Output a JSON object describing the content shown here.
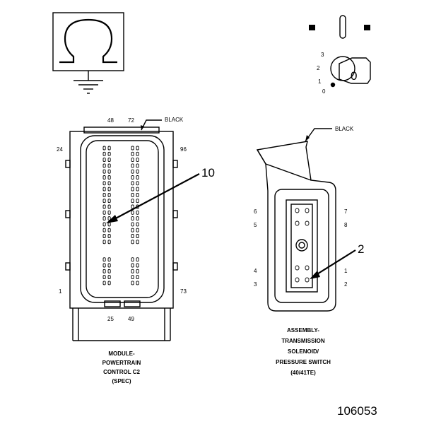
{
  "ground_symbol": {
    "icon": "ohm-ground-symbol-icon"
  },
  "ignition_switch": {
    "icon": "ignition-key-icon",
    "positions": [
      "3",
      "2",
      "1",
      "0"
    ],
    "key_label": "0"
  },
  "connector_pcm": {
    "pin_labels": {
      "top_left": "48",
      "top_right": "72",
      "left_top": "24",
      "right_top": "96",
      "left_bottom": "1",
      "right_bottom": "73",
      "bottom_left": "25",
      "bottom_right": "49"
    },
    "color_label": "BLACK",
    "callout": "10",
    "caption": [
      "MODULE-",
      "POWERTRAIN",
      "CONTROL C2",
      "(SPEC)"
    ]
  },
  "connector_tsps": {
    "color_label": "BLACK",
    "pin_labels": {
      "l1": "6",
      "l2": "5",
      "l3": "4",
      "l4": "3",
      "r1": "7",
      "r2": "8",
      "r3": "1",
      "r4": "2"
    },
    "callout": "2",
    "caption": [
      "ASSEMBLY-",
      "TRANSMISSION",
      "SOLENOID/",
      "PRESSURE SWITCH",
      "(40/41TE)"
    ]
  },
  "figure_number": "106053"
}
